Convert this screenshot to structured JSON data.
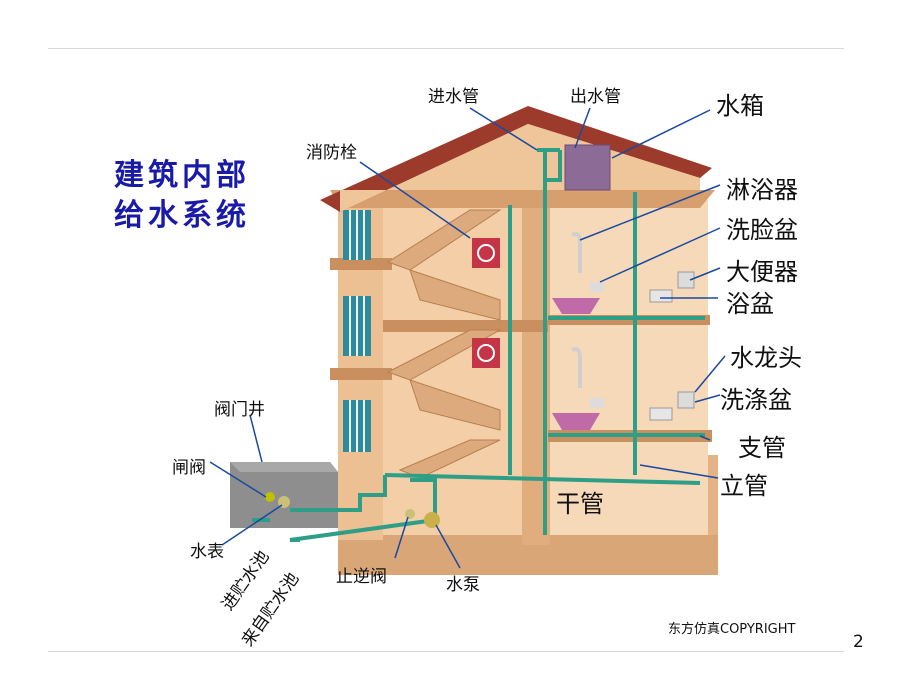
{
  "title": {
    "line1": "建筑内部",
    "line2": "给水系统"
  },
  "labels": {
    "inlet_pipe": "进水管",
    "outlet_pipe": "出水管",
    "water_tank": "水箱",
    "fire_hydrant": "消防栓",
    "shower": "淋浴器",
    "washbasin": "洗脸盆",
    "toilet": "大便器",
    "bathtub": "浴盆",
    "faucet": "水龙头",
    "sink": "洗涤盆",
    "branch_pipe": "支管",
    "riser_pipe": "立管",
    "main_pipe": "干管",
    "valve_well": "阀门井",
    "gate_valve": "闸阀",
    "water_meter": "水表",
    "to_reservoir": "进贮水池",
    "from_reservoir": "来自贮水池",
    "check_valve": "止逆阀",
    "pump": "水泵"
  },
  "copyright": "东方仿真COPYRIGHT",
  "page_number": "2",
  "colors": {
    "title": "#1a1aa8",
    "pipe": "#2e9e86",
    "wall": "#e9b888",
    "roof": "#9c3a2c",
    "tank": "#8c6b96",
    "window": "#2e8a9c"
  }
}
